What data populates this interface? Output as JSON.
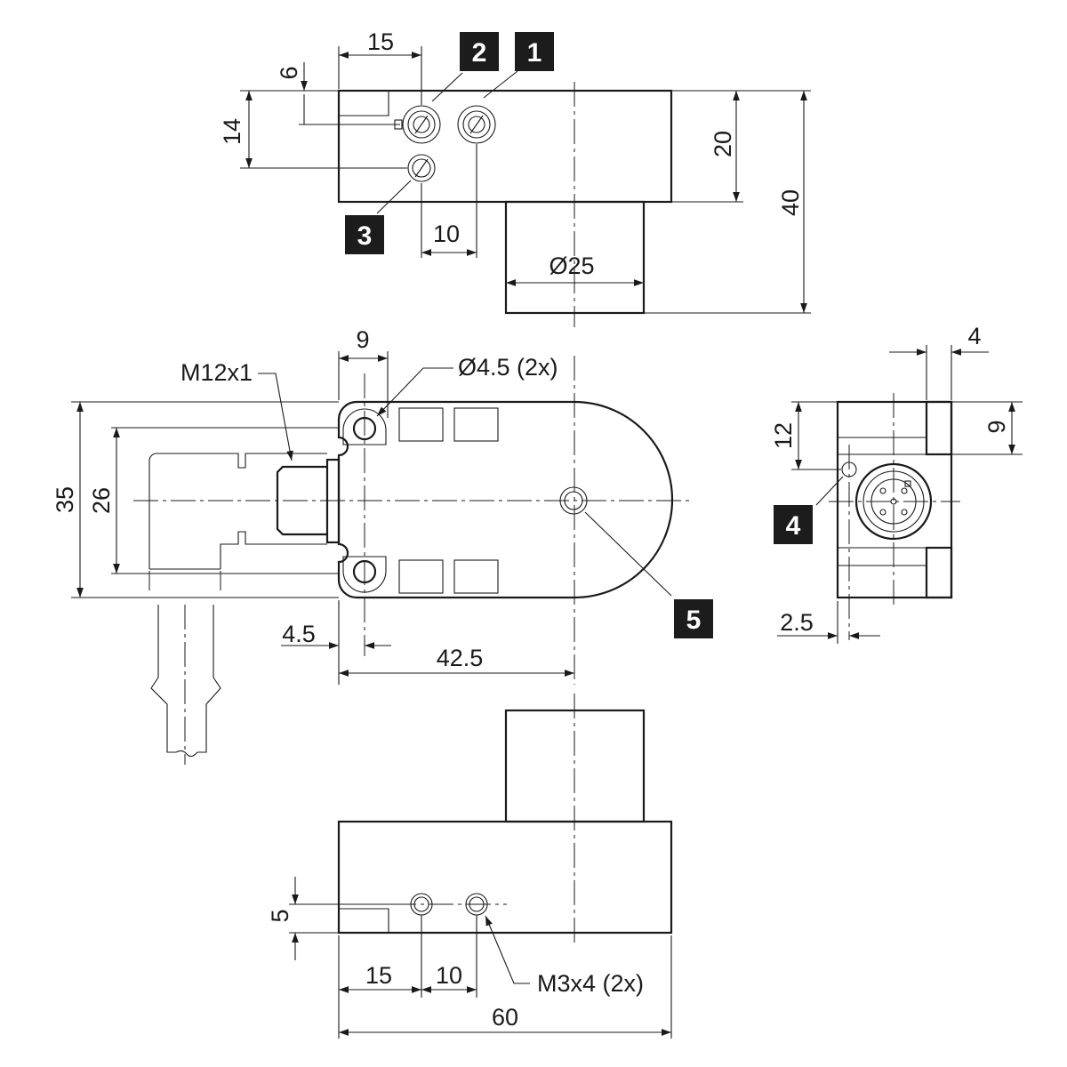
{
  "dimensions": {
    "top_width_15": "15",
    "top_offset_6": "6",
    "top_height_14": "14",
    "top_spacing_10": "10",
    "top_height_20": "20",
    "top_height_40": "40",
    "top_diameter_25": "Ø25",
    "mid_spacing_9": "9",
    "mid_thread": "M12x1",
    "mid_hole": "Ø4.5 (2x)",
    "mid_height_35": "35",
    "mid_height_26": "26",
    "mid_offset_4_5": "4.5",
    "mid_length_42_5": "42.5",
    "side_width_4": "4",
    "side_height_12": "12",
    "side_height_9": "9",
    "side_offset_2_5": "2.5",
    "bottom_height_5": "5",
    "bottom_width_15": "15",
    "bottom_spacing_10": "10",
    "bottom_thread": "M3x4 (2x)",
    "bottom_length_60": "60"
  },
  "callouts": [
    "1",
    "2",
    "3",
    "4",
    "5"
  ]
}
